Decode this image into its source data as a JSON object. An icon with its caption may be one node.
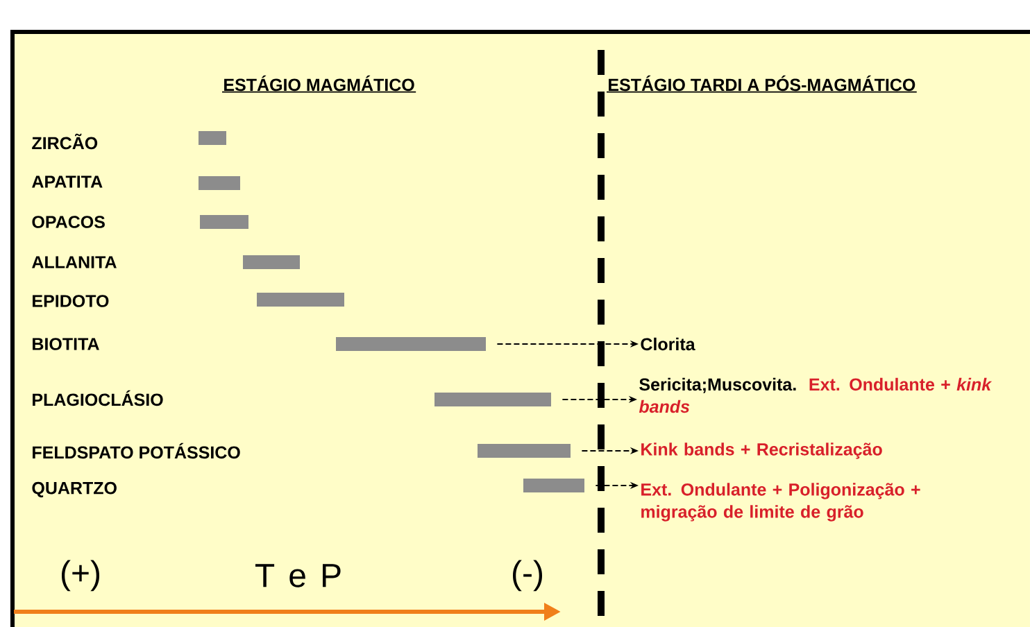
{
  "diagram": {
    "nodes": [
      {
        "text": [],
        "shape": "bar"
      },
      {
        "text": [],
        "shape": "bar"
      },
      {
        "text": [],
        "shape": "bar"
      },
      {
        "text": [],
        "shape": "bar"
      },
      {
        "text": [],
        "shape": "bar"
      },
      {
        "text": [],
        "shape": "bar"
      },
      {
        "text": [],
        "shape": "bar"
      },
      {
        "text": [],
        "shape": "bar"
      },
      {
        "text": [],
        "shape": "bar"
      },
      {
        "text": [
          "Clorita"
        ]
      },
      {
        "text": [
          "Sericita;Muscovita.",
          "Ext. Ondulante + *kink bands*"
        ]
      },
      {
        "text": [
          "Kink bands + Recristalização"
        ]
      },
      {
        "text": [
          "Ext. Ondulante + Poligonização + migração de limite de grão"
        ]
      }
    ],
    "edges": [
      {
        "from": 5,
        "to": 9,
        "arrow": "to",
        "style": "dashed"
      },
      {
        "from": 6,
        "to": 10,
        "arrow": "to",
        "style": "dashed"
      },
      {
        "from": 7,
        "to": 11,
        "arrow": "to",
        "style": "dashed"
      },
      {
        "from": 8,
        "to": 12,
        "arrow": "to",
        "style": "dashed"
      }
    ],
    "labels": [
      "ESTÁGIO MAGMÁTICO",
      "ESTÁGIO TARDI A PÓS-MAGMÁTICO",
      "ZIRCÃO",
      "APATITA",
      "OPACOS",
      "ALLANITA",
      "EPIDOTO",
      "BIOTITA",
      "PLAGIOCLÁSIO",
      "FELDSPATO POTÁSSICO",
      "QUARTZO",
      "(+)",
      "T e P",
      "(-)"
    ]
  }
}
